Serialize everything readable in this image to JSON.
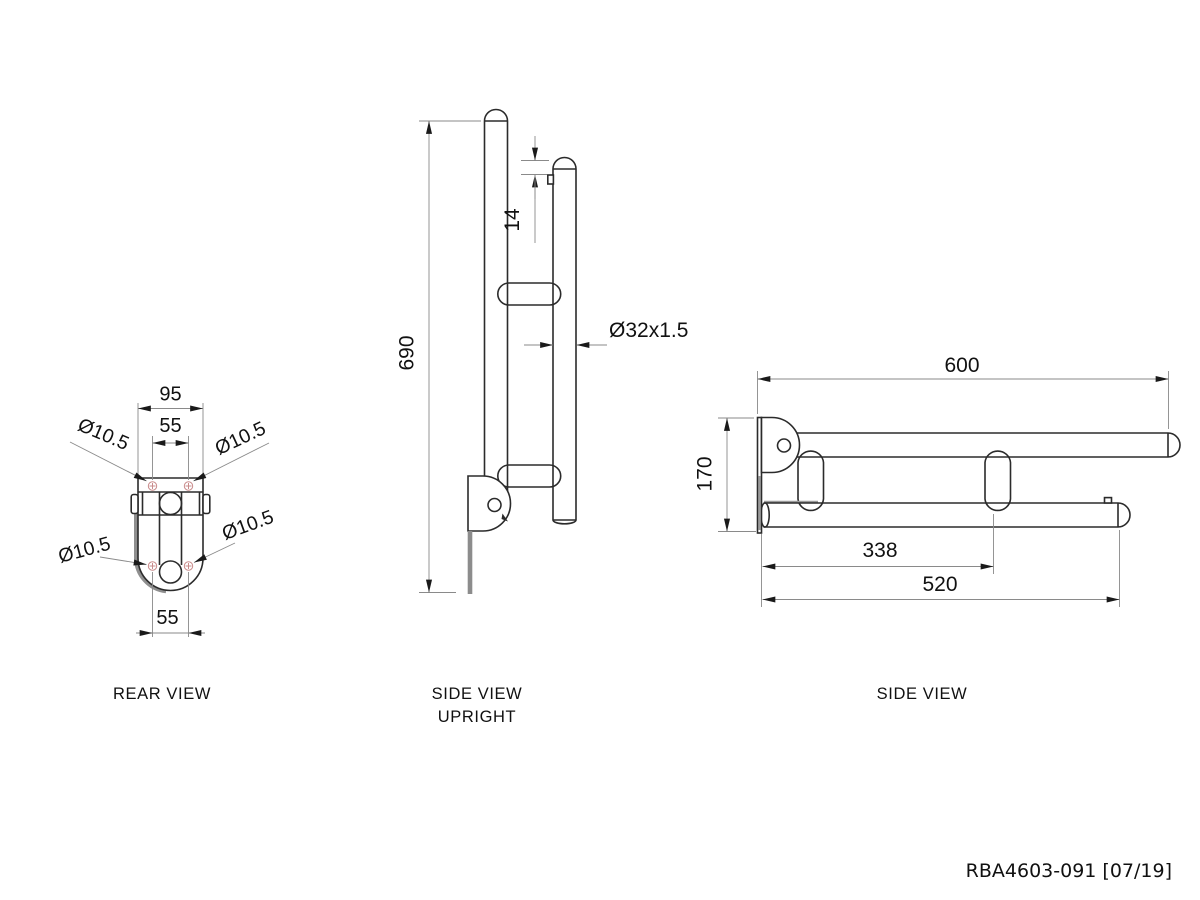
{
  "title": {
    "part_code": "RBA4603-091 [07/19]"
  },
  "colors": {
    "outline": "#2b2b2b",
    "dim_line": "#8a8a8a",
    "arrow": "#1a1a1a",
    "hole_marker": "#c98b8b",
    "shadow": "#8f8f8f",
    "background": "#ffffff"
  },
  "rear": {
    "label": "REAR VIEW",
    "dim_width": "95",
    "dim_hole_spacing_top": "55",
    "dim_hole_spacing_bottom": "55",
    "dim_hole_tl": "Ø10.5",
    "dim_hole_tr": "Ø10.5",
    "dim_hole_bl": "Ø10.5",
    "dim_hole_br": "Ø10.5"
  },
  "side_upright": {
    "label_line1": "SIDE VIEW",
    "label_line2": "UPRIGHT",
    "dim_height": "690",
    "dim_offset": "14",
    "dim_tube": "Ø32x1.5"
  },
  "side": {
    "label": "SIDE VIEW",
    "dim_length": "600",
    "dim_height": "170",
    "dim_support": "338",
    "dim_lower_length": "520"
  }
}
